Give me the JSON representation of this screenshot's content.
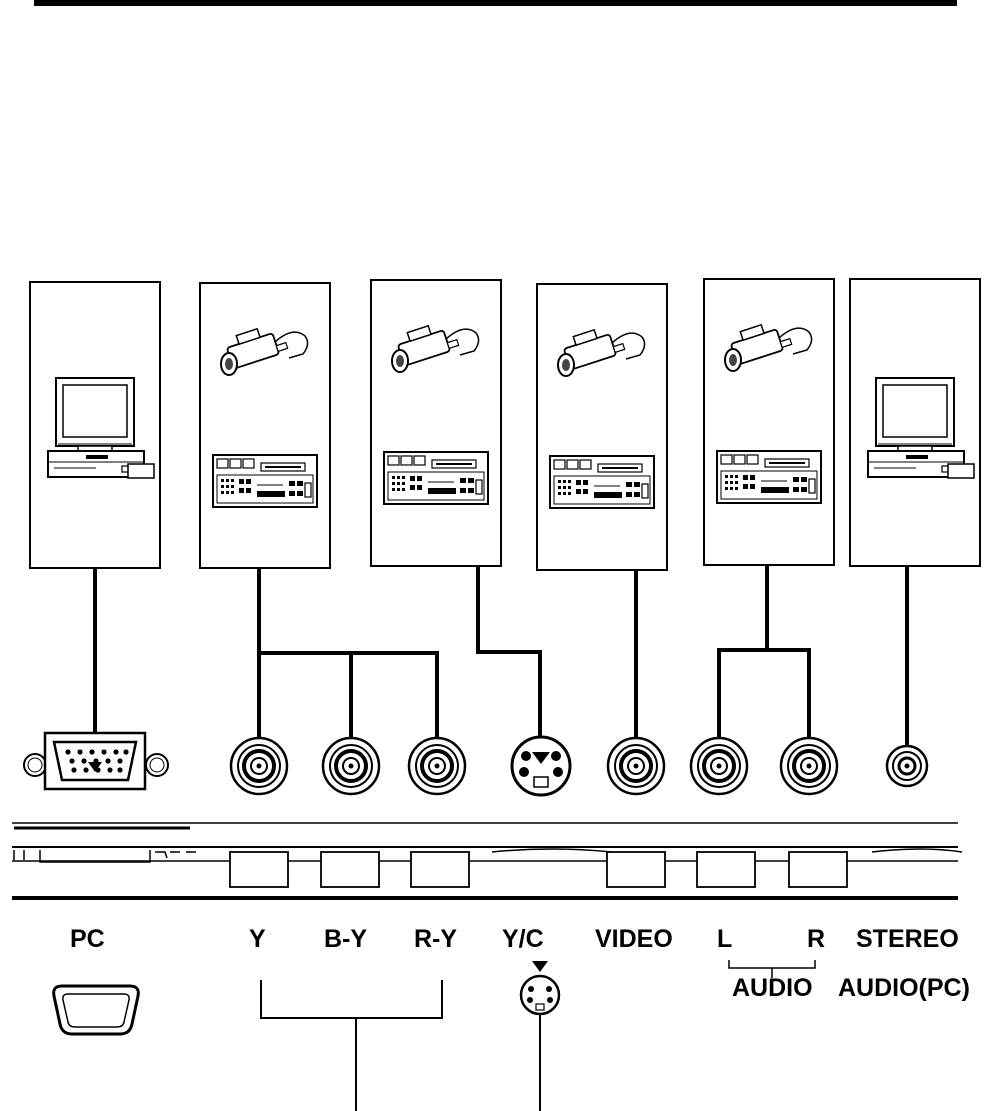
{
  "labels": {
    "pc": "PC",
    "y": "Y",
    "b_y": "B-Y",
    "r_y": "R-Y",
    "y_c": "Y/C",
    "video": "VIDEO",
    "l": "L",
    "r": "R",
    "stereo": "STEREO",
    "audio": "AUDIO",
    "audio_pc": "AUDIO(PC)"
  },
  "devices": [
    {
      "name": "computer"
    },
    {
      "name": "camera-and-vcr"
    },
    {
      "name": "camera-and-vcr"
    },
    {
      "name": "camera-and-vcr"
    },
    {
      "name": "camera-and-vcr"
    },
    {
      "name": "computer"
    }
  ],
  "connectors": [
    {
      "name": "vga-port"
    },
    {
      "name": "rca-jack-y"
    },
    {
      "name": "rca-jack-b-y"
    },
    {
      "name": "rca-jack-r-y"
    },
    {
      "name": "s-video-port"
    },
    {
      "name": "rca-jack-video"
    },
    {
      "name": "rca-jack-audio-l"
    },
    {
      "name": "rca-jack-audio-r"
    },
    {
      "name": "stereo-minijack"
    }
  ],
  "colors": {
    "ink": "#000000",
    "paper": "#ffffff"
  }
}
